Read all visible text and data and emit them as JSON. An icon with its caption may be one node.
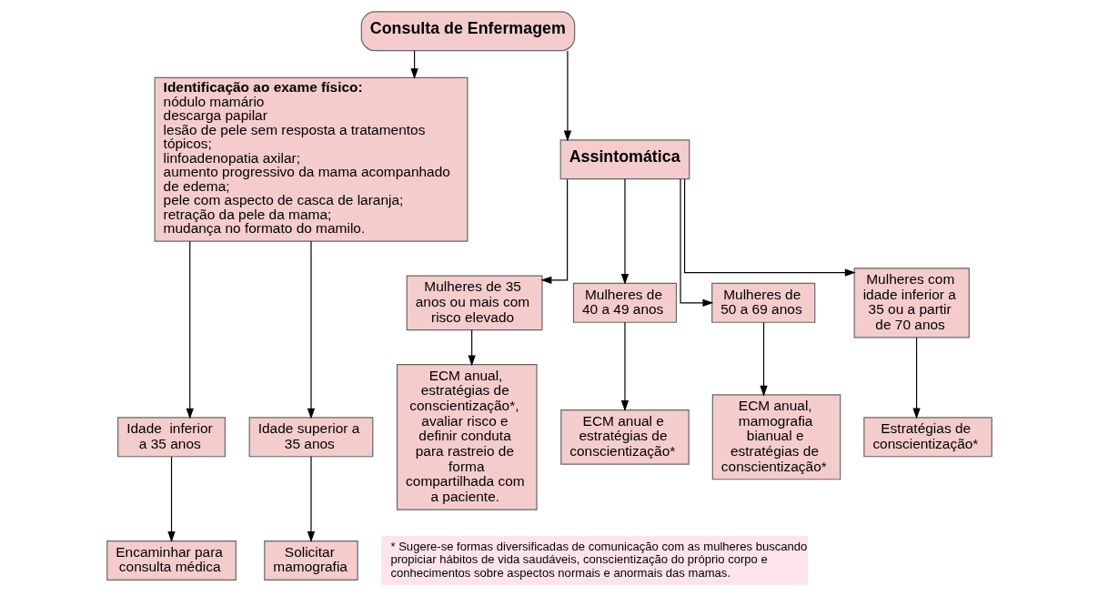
{
  "diagram": {
    "nodes": [
      {
        "text": [
          "Consulta de Enfermagem"
        ]
      },
      {
        "text": [
          "Identificação ao exame físico:",
          "nódulo mamário",
          "descarga papilar",
          "lesão de pele sem resposta a tratamentos tópicos;",
          "linfoadenopatia axilar;",
          "aumento progressivo da mama acompanhado de edema;",
          "pele com aspecto de casca de laranja;",
          "retração da pele da mama;",
          "mudança no formato do mamilo."
        ]
      },
      {
        "text": [
          "Assintomática"
        ]
      },
      {
        "text": [
          "Mulheres de 35 anos ou mais com risco elevado"
        ]
      },
      {
        "text": [
          "Mulheres de 40 a 49 anos"
        ]
      },
      {
        "text": [
          "Mulheres de 50 a 69 anos"
        ]
      },
      {
        "text": [
          "Mulheres com idade inferior a 35 ou a partir de 70 anos"
        ]
      },
      {
        "text": [
          "ECM anual, estratégias de conscientização*, avaliar risco e definir conduta para rastreio de forma compartilhada com a paciente."
        ]
      },
      {
        "text": [
          "ECM anual e estratégias de conscientização*"
        ]
      },
      {
        "text": [
          "ECM anual, mamografia bianual e estratégias de conscientização*"
        ]
      },
      {
        "text": [
          "Estratégias de conscientização*"
        ]
      },
      {
        "text": [
          "Idade  inferior a 35 anos"
        ]
      },
      {
        "text": [
          "Idade superior a 35 anos"
        ]
      },
      {
        "text": [
          "Encaminhar para consulta médica"
        ]
      },
      {
        "text": [
          "Solicitar mamografia"
        ]
      },
      {
        "text": [
          "* Sugere-se formas diversificadas de comunicação com as mulheres buscando propiciar hábitos de vida saudáveis, conscientização do próprio corpo e conhecimentos sobre aspectos normais e anormais das mamas."
        ]
      }
    ],
    "edges": [
      {
        "from": 0,
        "to": 1,
        "arrow": "to"
      },
      {
        "from": 0,
        "to": 2,
        "arrow": "to"
      },
      {
        "from": 2,
        "to": 3,
        "arrow": "to"
      },
      {
        "from": 2,
        "to": 4,
        "arrow": "to"
      },
      {
        "from": 2,
        "to": 5,
        "arrow": "to"
      },
      {
        "from": 2,
        "to": 6,
        "arrow": "to"
      },
      {
        "from": 3,
        "to": 7,
        "arrow": "to"
      },
      {
        "from": 4,
        "to": 8,
        "arrow": "to"
      },
      {
        "from": 5,
        "to": 9,
        "arrow": "to"
      },
      {
        "from": 6,
        "to": 10,
        "arrow": "to"
      },
      {
        "from": 1,
        "to": 11,
        "arrow": "to"
      },
      {
        "from": 1,
        "to": 12,
        "arrow": "to"
      },
      {
        "from": 11,
        "to": 13,
        "arrow": "to"
      },
      {
        "from": 12,
        "to": 14,
        "arrow": "to"
      }
    ]
  }
}
